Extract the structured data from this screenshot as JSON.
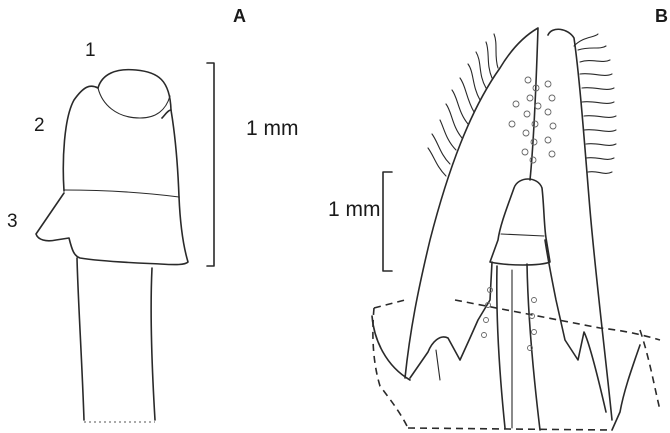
{
  "panels": {
    "a": {
      "letter": "A",
      "parts": [
        "1",
        "2",
        "3"
      ],
      "scale_label": "1 mm"
    },
    "b": {
      "letter": "B",
      "scale_label": "1 mm"
    }
  }
}
